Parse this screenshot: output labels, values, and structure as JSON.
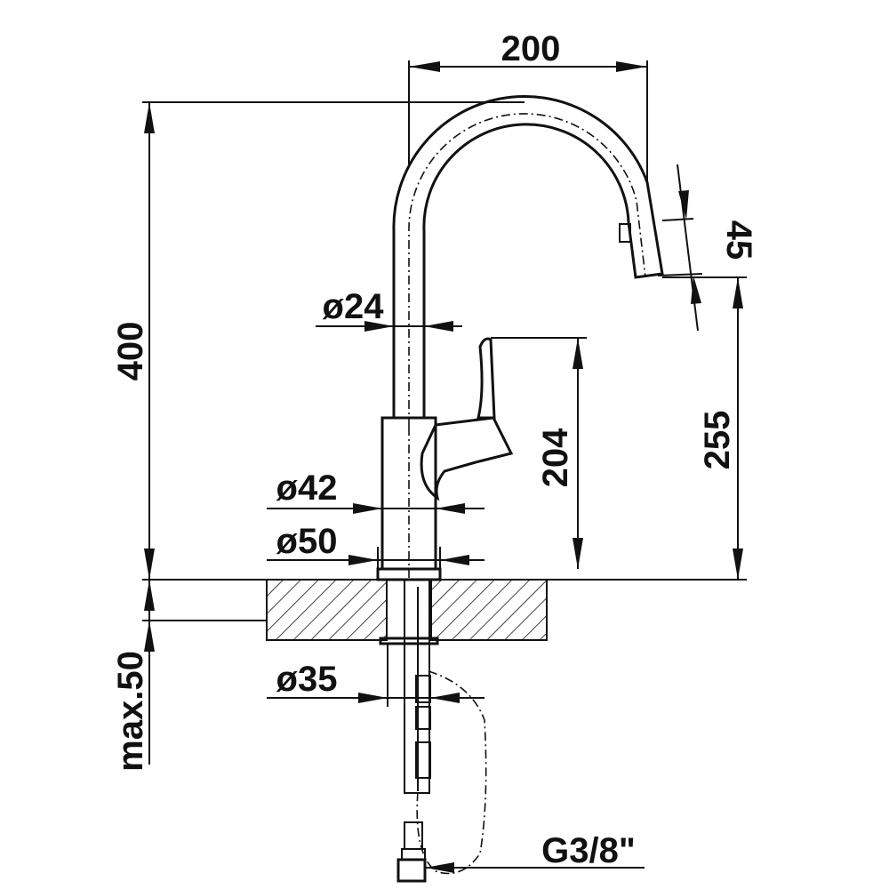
{
  "title": "Kitchen faucet dimension drawing",
  "dimensions": {
    "spout_reach": "200",
    "total_height": "400",
    "outlet_height_offset": "45",
    "spout_diameter": "ø24",
    "lever_height": "204",
    "outlet_height": "255",
    "body_diameter": "ø42",
    "base_diameter": "ø50",
    "hole_diameter": "ø35",
    "max_counter_thickness": "max.50",
    "connection_thread": "G3/8\""
  },
  "colors": {
    "line": "#111111",
    "background": "#ffffff"
  }
}
